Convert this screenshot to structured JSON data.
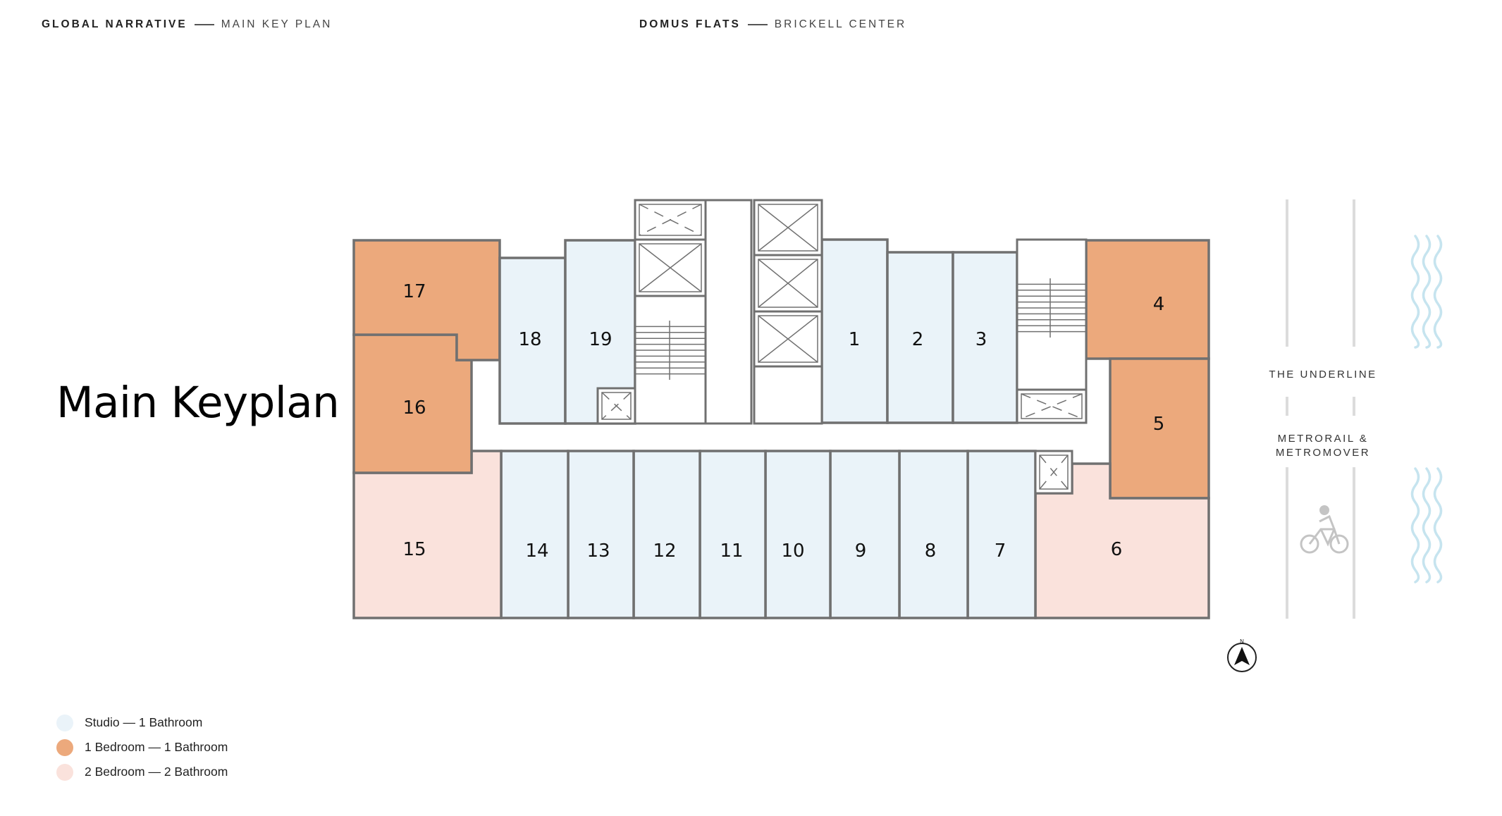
{
  "header": {
    "left_primary": "GLOBAL NARRATIVE",
    "left_secondary": "MAIN KEY PLAN",
    "center_primary": "DOMUS FLATS",
    "center_secondary": "BRICKELL CENTER"
  },
  "page_title": "Main Keyplan",
  "units": [
    {
      "number": "1",
      "type": "studio"
    },
    {
      "number": "2",
      "type": "studio"
    },
    {
      "number": "3",
      "type": "studio"
    },
    {
      "number": "4",
      "type": "one_bedroom"
    },
    {
      "number": "5",
      "type": "one_bedroom"
    },
    {
      "number": "6",
      "type": "two_bedroom"
    },
    {
      "number": "7",
      "type": "studio"
    },
    {
      "number": "8",
      "type": "studio"
    },
    {
      "number": "9",
      "type": "studio"
    },
    {
      "number": "10",
      "type": "studio"
    },
    {
      "number": "11",
      "type": "studio"
    },
    {
      "number": "12",
      "type": "studio"
    },
    {
      "number": "13",
      "type": "studio"
    },
    {
      "number": "14",
      "type": "studio"
    },
    {
      "number": "15",
      "type": "two_bedroom"
    },
    {
      "number": "16",
      "type": "one_bedroom"
    },
    {
      "number": "17",
      "type": "one_bedroom"
    },
    {
      "number": "18",
      "type": "studio"
    },
    {
      "number": "19",
      "type": "studio"
    }
  ],
  "street": {
    "label_1": "THE UNDERLINE",
    "label_2_line1": "METRORAIL &",
    "label_2_line2": "METROMOVER"
  },
  "compass_label": "N",
  "legend": [
    {
      "label": "Studio  — 1 Bathroom",
      "color": "#eaf3f9"
    },
    {
      "label": "1 Bedroom — 1 Bathroom",
      "color": "#eca97c"
    },
    {
      "label": "2 Bedroom — 2 Bathroom",
      "color": "#fae2dc"
    }
  ],
  "colors": {
    "studio": "#eaf3f9",
    "one_bedroom": "#eca97c",
    "two_bedroom": "#fae2dc",
    "wall": "#707070",
    "water": "#c6e4ef"
  },
  "icons": {
    "compass": "north-arrow-icon",
    "bike": "cyclist-icon",
    "water": "water-waves-icon"
  }
}
